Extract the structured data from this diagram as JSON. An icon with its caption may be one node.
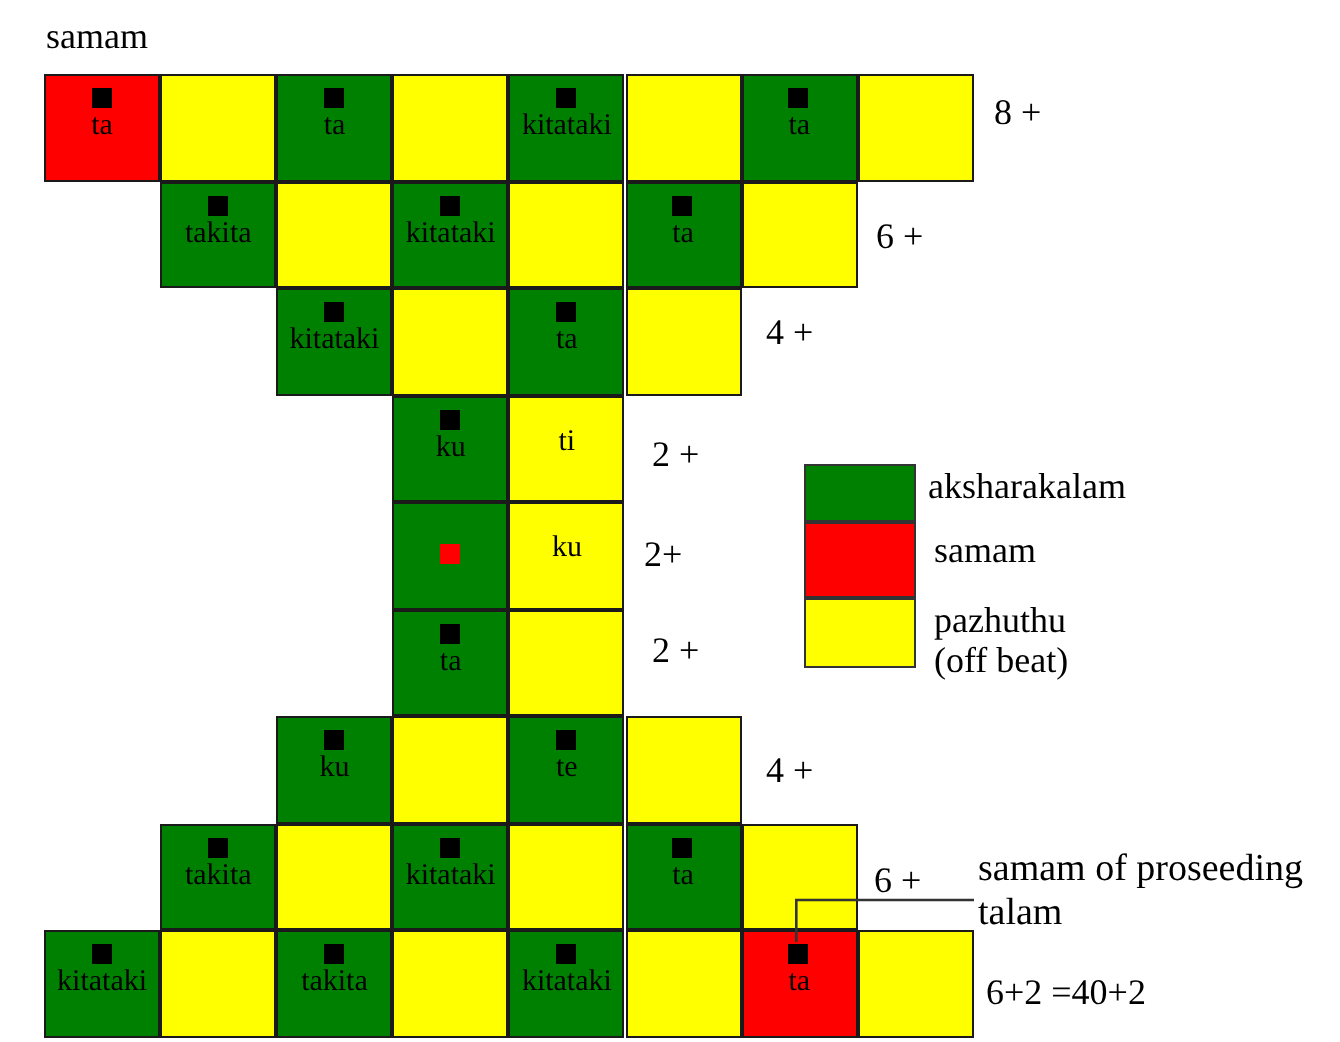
{
  "diagram": {
    "nodes": [
      {
        "text": [
          "ta"
        ]
      },
      {
        "text": [],
        "shape": "box"
      },
      {
        "text": [
          "ta"
        ]
      },
      {
        "text": [],
        "shape": "box"
      },
      {
        "text": [
          "kitataki"
        ]
      },
      {
        "text": [],
        "shape": "box"
      },
      {
        "text": [
          "ta"
        ]
      },
      {
        "text": [],
        "shape": "box"
      },
      {
        "text": [
          "takita"
        ]
      },
      {
        "text": [],
        "shape": "box"
      },
      {
        "text": [
          "kitataki"
        ]
      },
      {
        "text": [],
        "shape": "box"
      },
      {
        "text": [
          "ta"
        ]
      },
      {
        "text": [],
        "shape": "box"
      },
      {
        "text": [
          "kitataki"
        ]
      },
      {
        "text": [],
        "shape": "box"
      },
      {
        "text": [
          "ta"
        ]
      },
      {
        "text": [],
        "shape": "box"
      },
      {
        "text": [
          "ku"
        ]
      },
      {
        "text": [
          "ti"
        ]
      },
      {
        "text": [],
        "shape": "box"
      },
      {
        "text": [
          "ku"
        ]
      },
      {
        "text": [
          "ta"
        ]
      },
      {
        "text": [],
        "shape": "box"
      },
      {
        "text": [
          "ku"
        ]
      },
      {
        "text": [],
        "shape": "box"
      },
      {
        "text": [
          "te"
        ]
      },
      {
        "text": [],
        "shape": "box"
      },
      {
        "text": [
          "takita"
        ]
      },
      {
        "text": [],
        "shape": "box"
      },
      {
        "text": [
          "kitataki"
        ]
      },
      {
        "text": [],
        "shape": "box"
      },
      {
        "text": [
          "ta"
        ]
      },
      {
        "text": [],
        "shape": "box"
      },
      {
        "text": [
          "kitataki"
        ]
      },
      {
        "text": [],
        "shape": "box"
      },
      {
        "text": [
          "takita"
        ]
      },
      {
        "text": [],
        "shape": "box"
      },
      {
        "text": [
          "kitataki"
        ]
      },
      {
        "text": [],
        "shape": "box"
      },
      {
        "text": [
          "ta"
        ]
      },
      {
        "text": [],
        "shape": "box"
      },
      {
        "text": [
          "samam of proseeding talam"
        ]
      }
    ],
    "edges": [
      {
        "from": 42,
        "to": 40,
        "arrow": "none"
      }
    ],
    "labels": [
      "samam",
      "8 +",
      "6 +",
      "4 +",
      "2 +",
      "2+",
      "2 +",
      "4 +",
      "6 +",
      "6+2 =40+2"
    ],
    "legend": [
      {
        "text": "aksharakalam",
        "color": "#008000"
      },
      {
        "text": "samam",
        "color": "#ff0000"
      },
      {
        "text": "pazhuthu (off beat)",
        "color": "#ffff00"
      }
    ]
  }
}
